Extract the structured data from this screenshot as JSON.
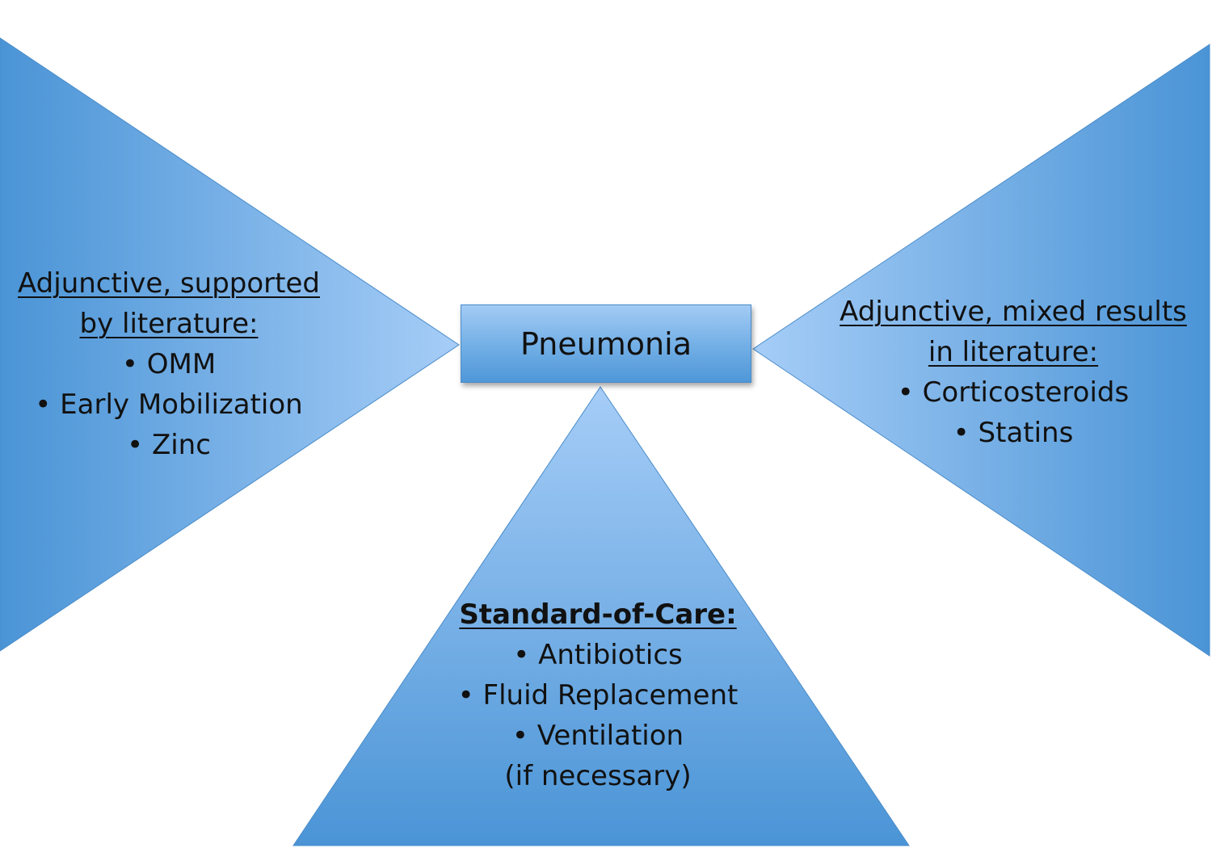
{
  "center": {
    "label": "Pneumonia"
  },
  "left_panel": {
    "heading_lines": [
      "Adjunctive, supported",
      "by literature:"
    ],
    "items": [
      "OMM",
      "Early Mobilization",
      "Zinc"
    ]
  },
  "right_panel": {
    "heading_lines": [
      "Adjunctive, mixed results",
      "in literature:"
    ],
    "items": [
      "Corticosteroids",
      "Statins"
    ]
  },
  "bottom_panel": {
    "heading": "Standard-of-Care:",
    "items": [
      "Antibiotics",
      "Fluid Replacement",
      "Ventilation"
    ],
    "note": "(if necessary)"
  },
  "colors": {
    "shape_light": "#a6cdf7",
    "shape_dark": "#4a94d6",
    "box_border": "#4a8cc9",
    "text": "#111111",
    "background": "#ffffff"
  }
}
